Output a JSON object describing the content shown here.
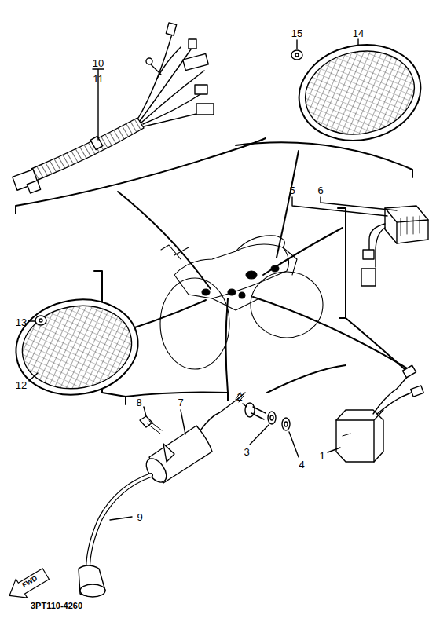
{
  "diagram": {
    "labels": [
      "10",
      "11",
      "15",
      "14",
      "5",
      "6",
      "13",
      "12",
      "8",
      "7",
      "2",
      "3",
      "4",
      "1",
      "9",
      "FWD",
      "3PT110-4260"
    ]
  }
}
